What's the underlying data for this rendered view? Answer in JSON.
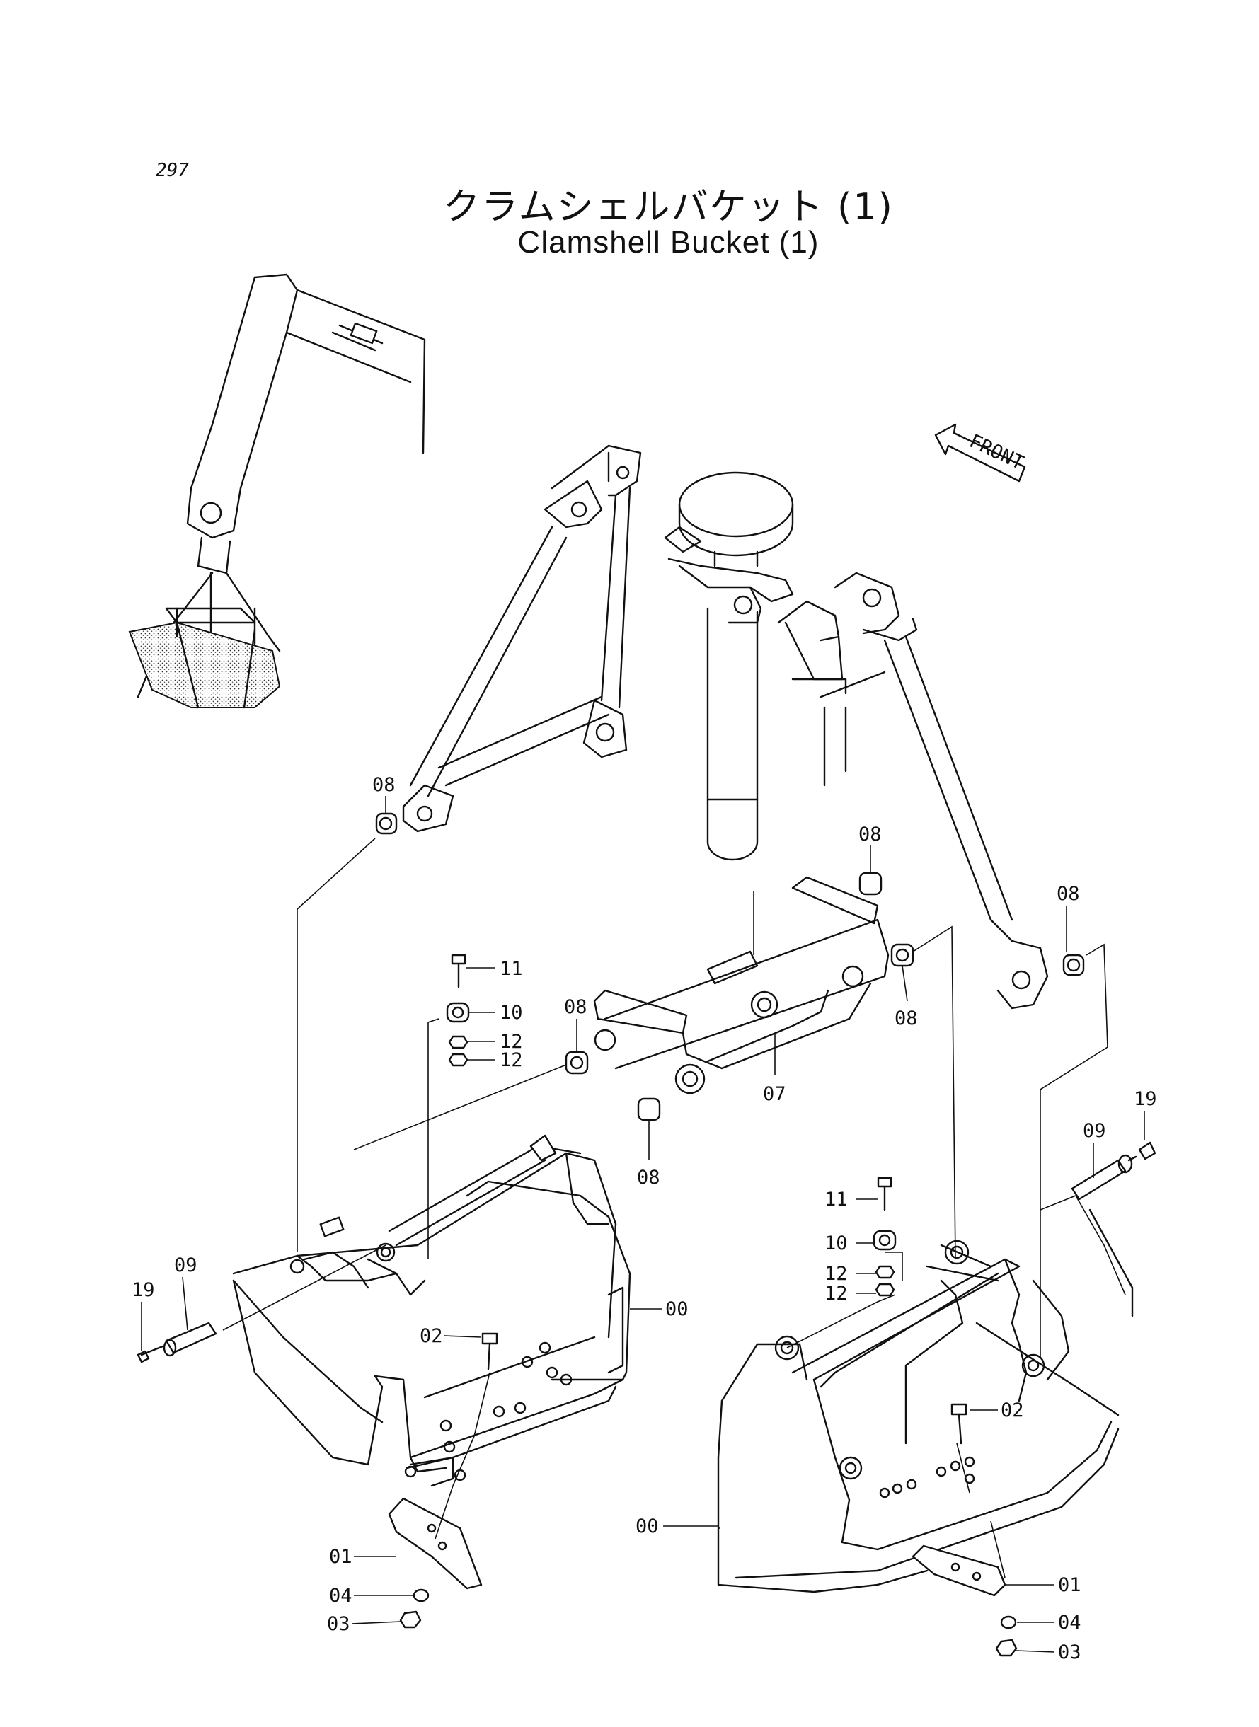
{
  "page_number": "297",
  "title_jp": "クラムシェルバケット (1)",
  "title_en": "Clamshell Bucket (1)",
  "front_label": "FRONT",
  "callouts": {
    "arm_left_bushing": "08",
    "arm_right_bushing": "08",
    "beam_top_bushing": "08",
    "beam_right_bushing": "08",
    "beam_left_bushing": "08",
    "beam_lower_bushing": "08",
    "beam": "07",
    "left_bolt_top": "11",
    "left_washer_top": "10",
    "left_nut_a": "12",
    "left_nut_b": "12",
    "right_bolt_top": "11",
    "right_washer_top": "10",
    "right_nut_a": "12",
    "right_nut_b": "12",
    "left_pin": "09",
    "left_pin_bolt": "19",
    "right_pin": "09",
    "right_pin_bolt": "19",
    "left_bucket": "00",
    "right_bucket": "00",
    "left_bolt_bottom": "02",
    "right_bolt_bottom": "02",
    "left_tooth": "01",
    "left_lockwasher": "04",
    "left_nut_bottom": "03",
    "right_tooth": "01",
    "right_lockwasher": "04",
    "right_nut_bottom": "03"
  }
}
